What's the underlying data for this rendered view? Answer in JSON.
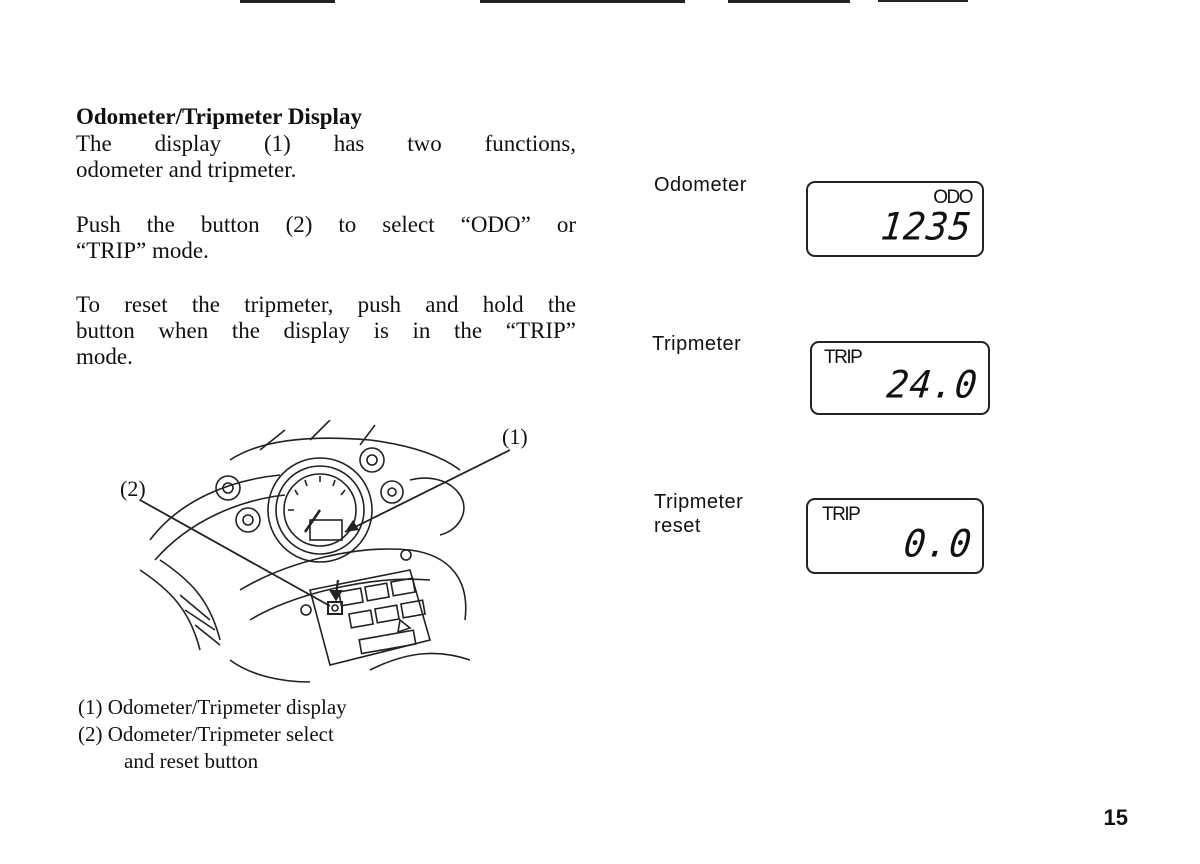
{
  "section": {
    "title": "Odometer/Tripmeter Display",
    "paragraphs": [
      "The display (1) has two functions,",
      "odometer and tripmeter.",
      "Push the button (2) to select “ODO” or",
      "“TRIP” mode.",
      "To reset the tripmeter, push and hold the",
      "button when the display is in the “TRIP”",
      "mode."
    ]
  },
  "figure": {
    "callout_1": "(1)",
    "callout_2": "(2)",
    "captions": [
      "(1) Odometer/Tripmeter display",
      "(2) Odometer/Tripmeter select",
      "and reset button"
    ]
  },
  "displays": [
    {
      "label": "Odometer",
      "tag": "ODO",
      "value": "1235"
    },
    {
      "label": "Tripmeter",
      "tag": "TRIP",
      "value": "24.0"
    },
    {
      "label_lines": [
        "Tripmeter",
        "reset"
      ],
      "tag": "TRIP",
      "value": "0.0"
    }
  ],
  "page_number": "15"
}
